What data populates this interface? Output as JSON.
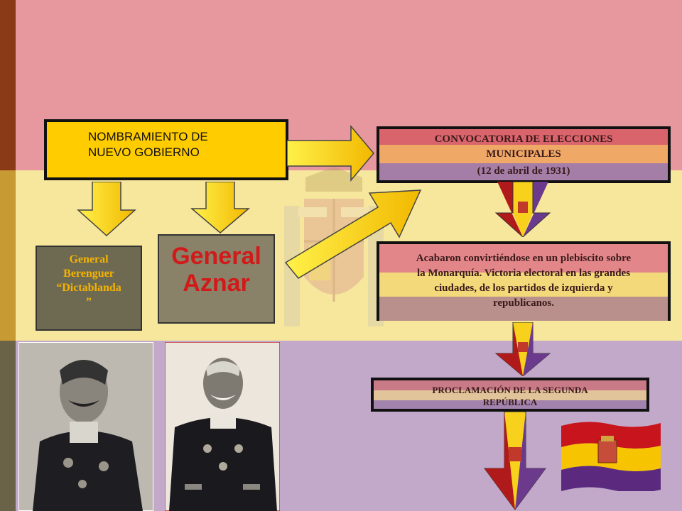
{
  "title_box": {
    "line1": "NOMBRAMIENTO DE",
    "line2": "NUEVO GOBIERNO"
  },
  "elecciones_box": {
    "line1": "CONVOCATORIA DE ELECCIONES",
    "line2": "MUNICIPALES",
    "line3": "(12 de abril de 1931)"
  },
  "plebiscito_box": {
    "line1": "Acabaron convirtiéndose en un plebiscito sobre",
    "line2": "la Monarquía.  Victoria electoral en las grandes",
    "line3": "ciudades, de los partidos de izquierda y",
    "line4": "republicanos."
  },
  "proclamacion_box": {
    "line1": "PROCLAMACIÓN DE LA SEGUNDA",
    "line2": "REPÚBLICA"
  },
  "berenguer": {
    "line1": "General",
    "line2": "Berenguer",
    "line3": "“Dictablanda",
    "line4": "”"
  },
  "aznar": {
    "line1": "General",
    "line2": "Aznar"
  },
  "colors": {
    "red_band": "#e7989f",
    "yellow_band": "#f7e79d",
    "purple_band": "#c3a9c9",
    "box_yellow": "#ffcc00",
    "aznar_text": "#d11a1a"
  }
}
